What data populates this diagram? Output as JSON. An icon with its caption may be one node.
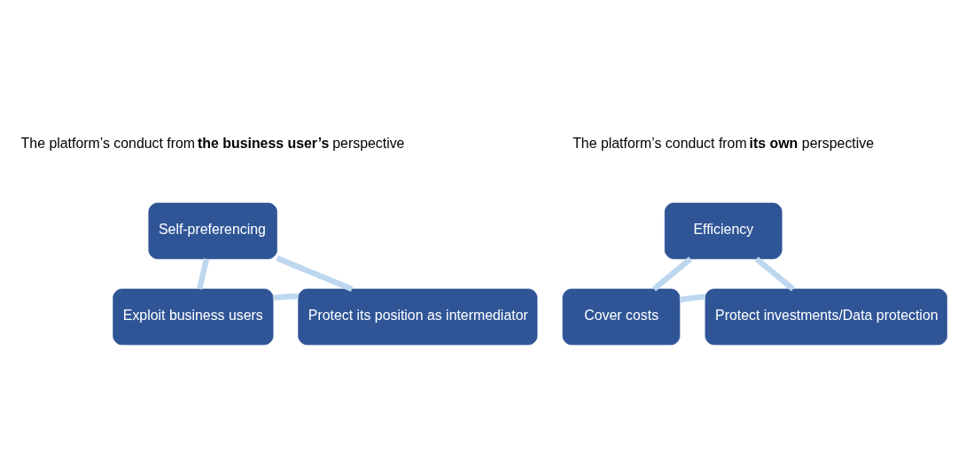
{
  "diagram": {
    "nodes": [
      {
        "text": [
          "Self-preferencing"
        ]
      },
      {
        "text": [
          "Exploit business users"
        ]
      },
      {
        "text": [
          "Protect its position as intermediator"
        ]
      },
      {
        "text": [
          "Efficiency"
        ]
      },
      {
        "text": [
          "Cover costs"
        ]
      },
      {
        "text": [
          "Protect investments/Data protection"
        ]
      }
    ],
    "edges": [
      {
        "from": 0,
        "to": 1,
        "arrow": "none"
      },
      {
        "from": 1,
        "to": 2,
        "arrow": "none"
      },
      {
        "from": 2,
        "to": 0,
        "arrow": "none"
      },
      {
        "from": 3,
        "to": 4,
        "arrow": "none"
      },
      {
        "from": 4,
        "to": 5,
        "arrow": "none"
      },
      {
        "from": 5,
        "to": 3,
        "arrow": "none"
      }
    ],
    "labels": [
      "The platform’s conduct from **the business user’s** perspective",
      "The platform’s conduct from **its own** perspective"
    ]
  }
}
